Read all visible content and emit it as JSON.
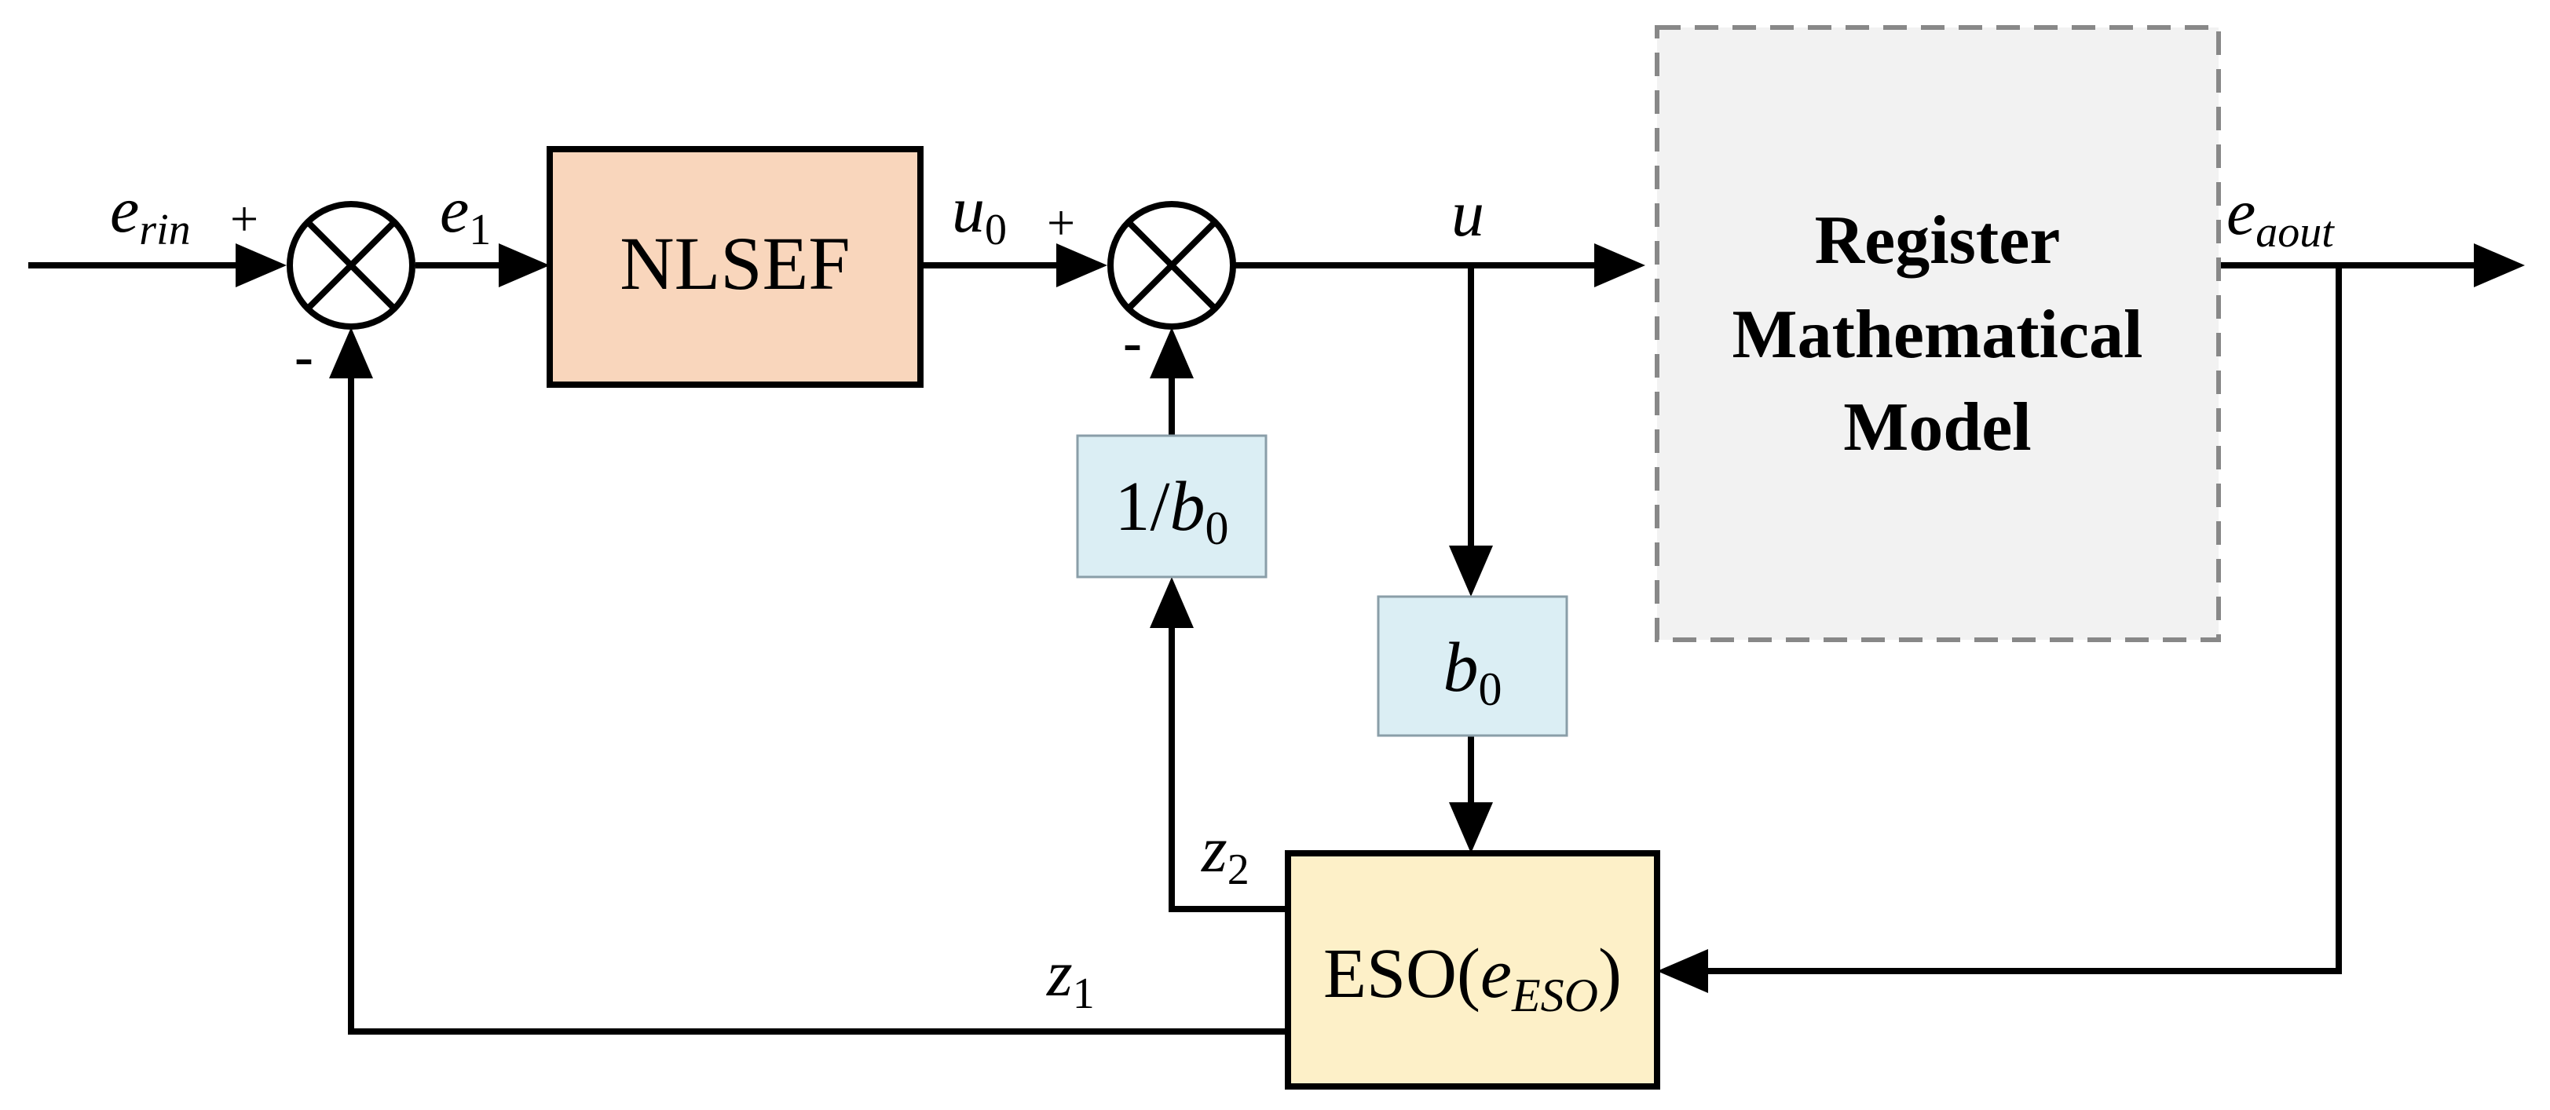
{
  "blocks": {
    "nlsef": "NLSEF",
    "register_model": [
      "Register",
      "Mathematical",
      "Model"
    ],
    "gain_inv_b0": {
      "prefix": "1/",
      "var": "b",
      "sub": "0"
    },
    "gain_b0": {
      "var": "b",
      "sub": "0"
    },
    "eso": {
      "prefix": "ESO(",
      "var": "e",
      "sub": "ESO",
      "suffix": ")"
    }
  },
  "signals": {
    "e_rin": {
      "var": "e",
      "sub": "rin"
    },
    "e_1": {
      "var": "e",
      "sub": "1"
    },
    "u_0": {
      "var": "u",
      "sub": "0"
    },
    "u": {
      "var": "u"
    },
    "e_aout": {
      "var": "e",
      "sub": "aout"
    },
    "z_1": {
      "var": "z",
      "sub": "1"
    },
    "z_2": {
      "var": "z",
      "sub": "2"
    }
  },
  "signs": {
    "sum1_plus": "+",
    "sum1_minus": "-",
    "sum2_plus": "+",
    "sum2_minus": "-"
  },
  "colors": {
    "nlsef_fill": "#f9d6bc",
    "model_fill": "#f2f2f2",
    "model_border": "#888888",
    "gain_fill": "#dbeef4",
    "gain_border": "#8a9ea8",
    "eso_fill": "#fdf0c8",
    "line": "#000000"
  }
}
